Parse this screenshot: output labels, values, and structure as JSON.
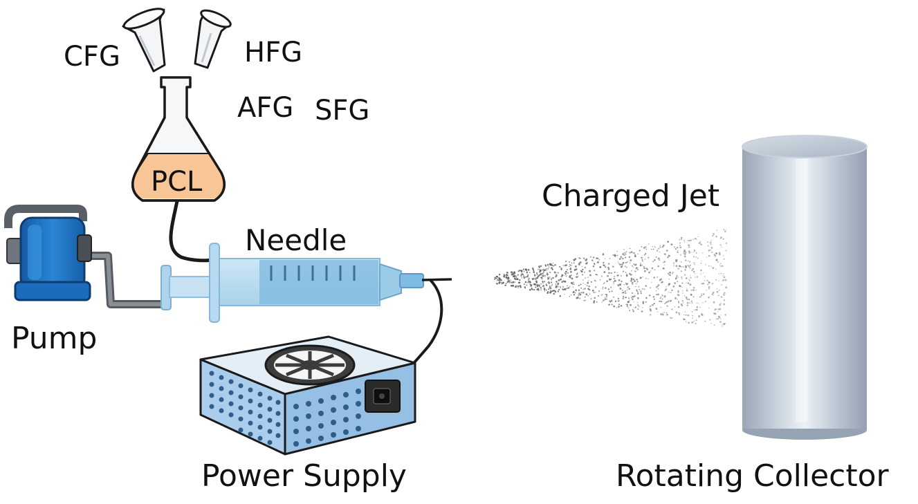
{
  "labels": {
    "cfg": "CFG",
    "hfg": "HFG",
    "afg": "AFG",
    "sfg": "SFG",
    "pcl": "PCL",
    "needle": "Needle",
    "pump": "Pump",
    "charged_jet": "Charged Jet",
    "power_supply": "Power Supply",
    "rotating_collector": "Rotating Collector"
  },
  "colors": {
    "liquid": "#f8c596",
    "pump_blue": "#1f73c6",
    "syringe_blue": "#9fcde8",
    "power_blue": "#a9cdea",
    "collector": "#b8c4d1",
    "outline": "#1a1a1a"
  }
}
